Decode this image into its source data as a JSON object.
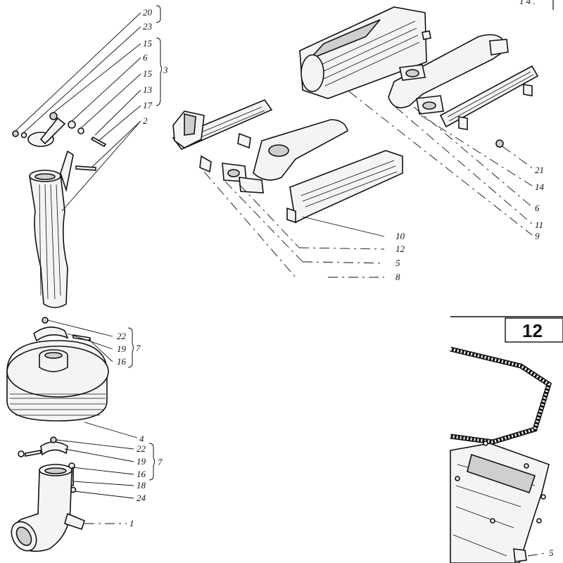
{
  "figure": {
    "page_number": "12",
    "corner_mark": "1 4 .",
    "callouts": {
      "left_top": [
        "20",
        "23",
        "15",
        "6",
        "15",
        "13",
        "17",
        "2"
      ],
      "left_group": "3",
      "left_lower": [
        "22",
        "19",
        "16"
      ],
      "left_lower_group": "7",
      "filter_body": "4",
      "left_bottom": [
        "22",
        "19",
        "16",
        "18",
        "24"
      ],
      "left_bottom_group": "7",
      "elbow": "1",
      "manifold_mid": [
        "10",
        "12",
        "5",
        "8"
      ],
      "manifold_right": [
        "21",
        "14",
        "6",
        "11",
        "9"
      ],
      "pan_corner": "5"
    }
  }
}
